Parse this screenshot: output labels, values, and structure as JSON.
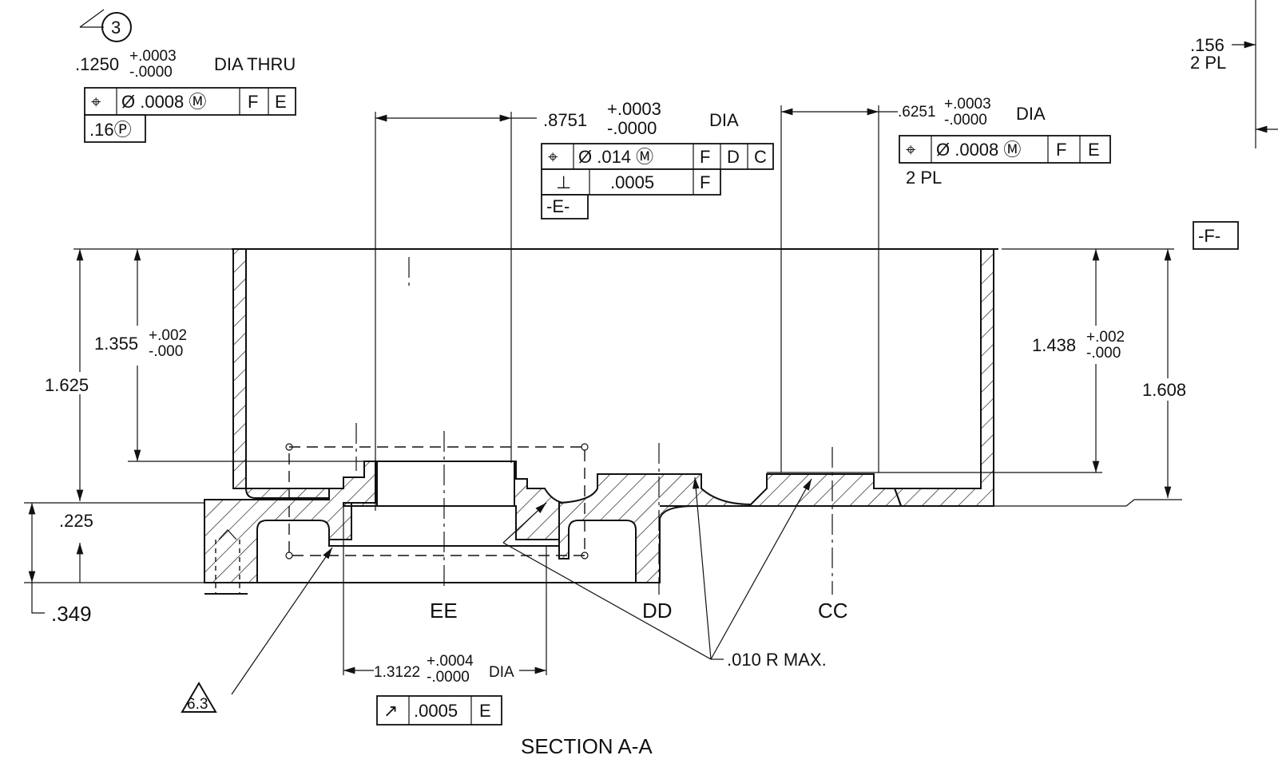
{
  "hole_note": {
    "balloon": "3",
    "nominal": ".1250",
    "tol_plus": "+.0003",
    "tol_minus": "-.0000",
    "suffix": "DIA THRU",
    "fcf": [
      "⌖",
      "Ø .0008 Ⓜ",
      "F",
      "E"
    ],
    "projected": ".16Ⓟ"
  },
  "bore_note": {
    "nominal": ".8751",
    "tol_plus": "+.0003",
    "tol_minus": "-.0000",
    "suffix": "DIA",
    "fcf1": [
      "⌖",
      "Ø .014 Ⓜ",
      "F",
      "D",
      "C"
    ],
    "fcf2": [
      "⊥",
      ".0005",
      "F"
    ],
    "datum": "-E-"
  },
  "right_bore_note": {
    "nominal": ".6251",
    "tol_plus": "+.0003",
    "tol_minus": "-.0000",
    "suffix": "DIA",
    "fcf": [
      "⌖",
      "Ø .0008 Ⓜ",
      "F",
      "E"
    ],
    "qty": "2 PL"
  },
  "corner_note": {
    "value": ".156",
    "qty": "2 PL"
  },
  "datum_f": "-F-",
  "left_dims": {
    "d1_nominal": "1.355",
    "d1_plus": "+.002",
    "d1_minus": "-.000",
    "d2": "1.625",
    "d3": ".225",
    "d4": ".349"
  },
  "right_dims": {
    "d1_nominal": "1.438",
    "d1_plus": "+.002",
    "d1_minus": "-.000",
    "d2": "1.608"
  },
  "centerlines": [
    "EE",
    "DD",
    "CC"
  ],
  "radius_note": ".010 R MAX.",
  "bottom_bore_note": {
    "nominal": "1.3122",
    "tol_plus": "+.0004",
    "tol_minus": "-.0000",
    "suffix": "DIA",
    "fcf": [
      "↗",
      ".0005",
      "E"
    ]
  },
  "finish_symbol": "6.3",
  "section_title": "SECTION A-A"
}
